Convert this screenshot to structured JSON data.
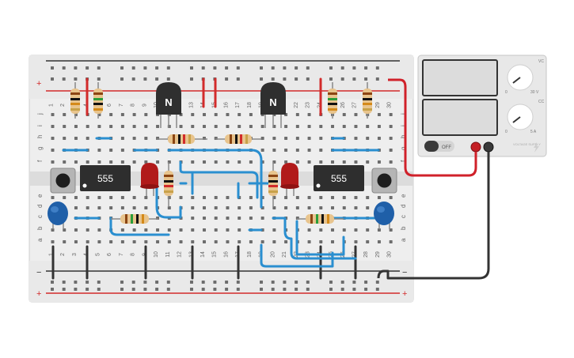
{
  "breadboard": {
    "column_numbers": [
      "1",
      "2",
      "3",
      "4",
      "5",
      "6",
      "7",
      "8",
      "9",
      "10",
      "11",
      "12",
      "13",
      "14",
      "15",
      "16",
      "17",
      "18",
      "19",
      "20",
      "21",
      "22",
      "23",
      "24",
      "25",
      "26",
      "27",
      "28",
      "29",
      "30"
    ],
    "rows_top": [
      "j",
      "i",
      "h",
      "g",
      "f"
    ],
    "rows_bottom": [
      "e",
      "d",
      "c",
      "b",
      "a"
    ],
    "rail_plus": "+",
    "rail_minus": "−"
  },
  "components": {
    "timer_left": "555",
    "timer_right": "555",
    "transistor_left": "N",
    "transistor_right": "N"
  },
  "power_supply": {
    "off_label": "OFF",
    "knob_voltage_max": "30 V",
    "knob_voltage_min": "0",
    "knob_current_max": "5 A",
    "knob_current_min": "0",
    "knob_voltage_tag": "VC",
    "knob_current_tag": "CC",
    "brand": "VOLTAGE SUPPLY"
  },
  "colors": {
    "rail_red": "#d22b2b",
    "rail_dark": "#333333",
    "wire_blue": "#2a8fd0",
    "wire_red": "#d0212a",
    "wire_black": "#333333",
    "ic_body": "#2e2e2e",
    "led_red": "#b11a1a",
    "capacitor_blue": "#1f5fa8",
    "resistor_body": "#e8c48d"
  }
}
